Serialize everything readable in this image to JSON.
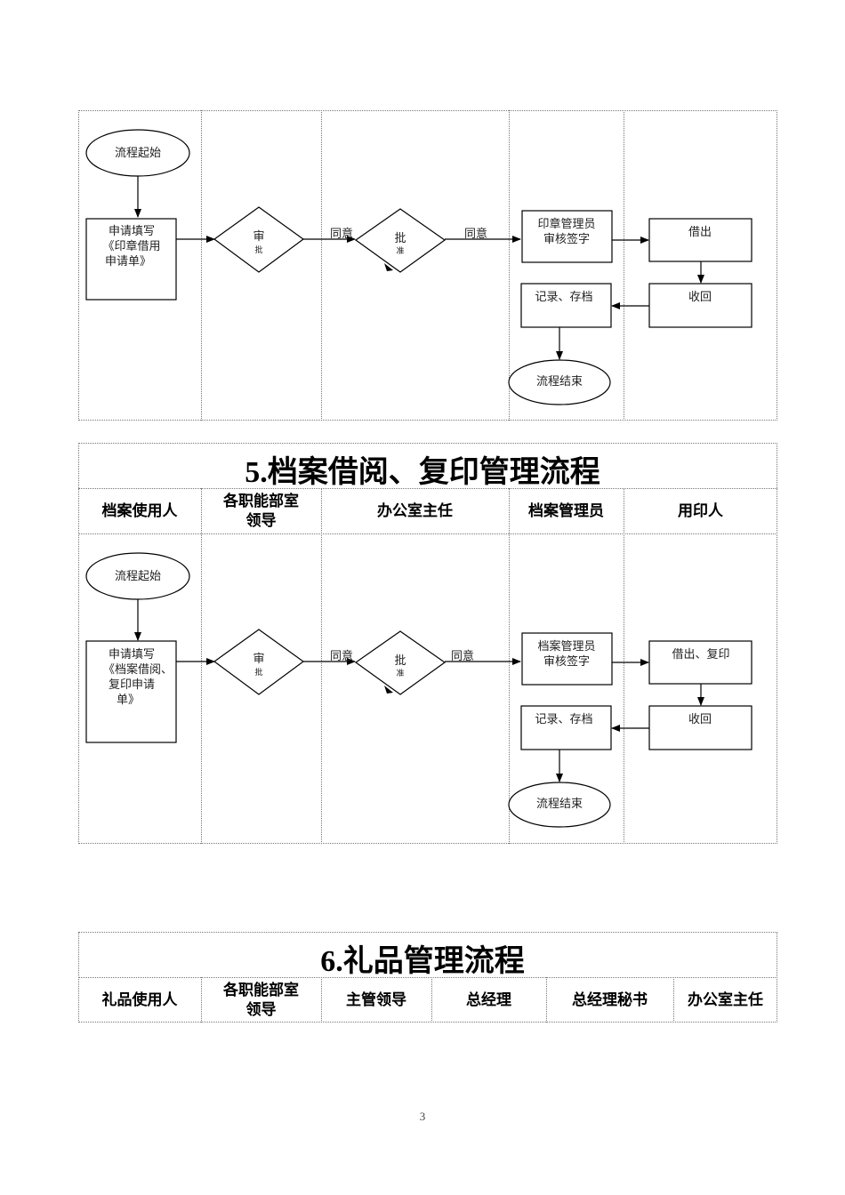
{
  "flow4": {
    "nodes": {
      "start": "流程起始",
      "apply": [
        "申请填写",
        "《印章借用",
        "申请单》"
      ],
      "review": [
        "审",
        "批"
      ],
      "approve": [
        "批",
        "准"
      ],
      "agree1": "同意",
      "agree2": "同意",
      "manager_sign": [
        "印章管理员",
        "审核签字"
      ],
      "lend": "借出",
      "retrieve": "收回",
      "record": "记录、存档",
      "end": "流程结束"
    }
  },
  "flow5": {
    "title": "5.档案借阅、复印管理流程",
    "columns": [
      "档案使用人",
      "各职能部室领导",
      "办公室主任",
      "档案管理员",
      "用印人"
    ],
    "columns_lines": [
      [
        "档案使用人"
      ],
      [
        "各职能部室",
        "领导"
      ],
      [
        "办公室主任"
      ],
      [
        "档案管理员"
      ],
      [
        "用印人"
      ]
    ],
    "nodes": {
      "start": "流程起始",
      "apply": [
        "申请填写",
        "《档案借阅、",
        "复印申请",
        "单》"
      ],
      "review": [
        "审",
        "批"
      ],
      "approve": [
        "批",
        "准"
      ],
      "agree1": "同意",
      "agree2": "同意",
      "manager_sign": [
        "档案管理员",
        "审核签字"
      ],
      "lend": "借出、复印",
      "retrieve": "收回",
      "record": "记录、存档",
      "end": "流程结束"
    }
  },
  "flow6": {
    "title": "6.礼品管理流程",
    "columns": [
      "礼品使用人",
      "各职能部室领导",
      "主管领导",
      "总经理",
      "总经理秘书",
      "办公室主任"
    ],
    "columns_lines": [
      [
        "礼品使用人"
      ],
      [
        "各职能部室",
        "领导"
      ],
      [
        "主管领导"
      ],
      [
        "总经理"
      ],
      [
        "总经理秘书"
      ],
      [
        "办公室主任"
      ]
    ]
  },
  "page_number": "3"
}
